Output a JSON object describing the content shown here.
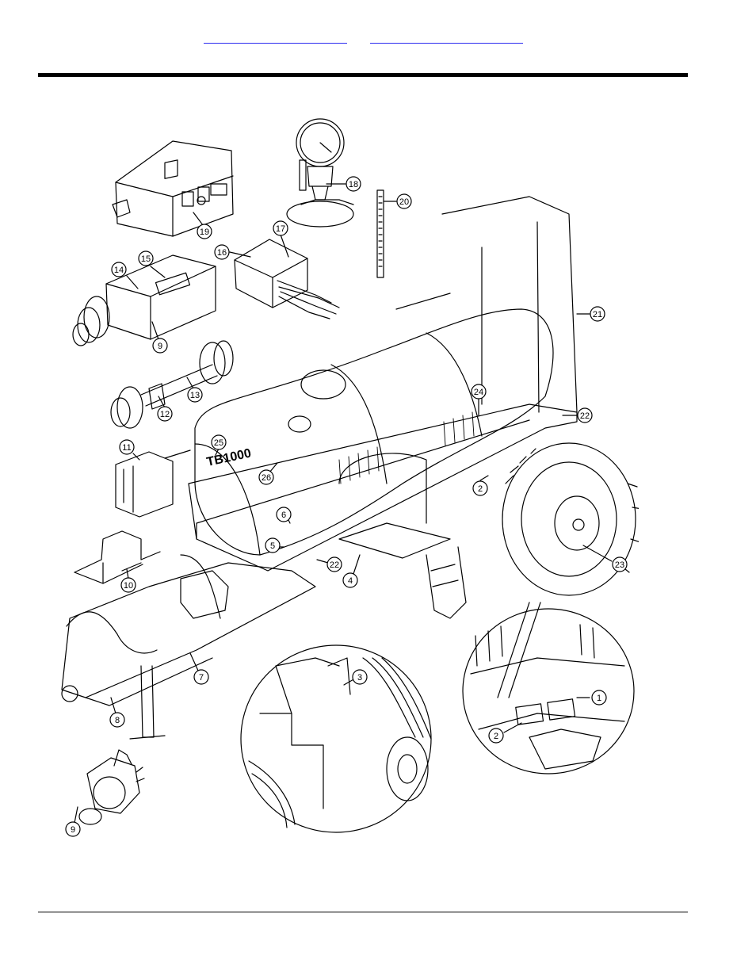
{
  "nav": {
    "link_left": "",
    "link_right": ""
  },
  "figure": {
    "tank_model_text": "TB1000",
    "callouts": [
      {
        "id": "c1",
        "label": "1"
      },
      {
        "id": "c2a",
        "label": "2"
      },
      {
        "id": "c2b",
        "label": "2"
      },
      {
        "id": "c3",
        "label": "3"
      },
      {
        "id": "c4",
        "label": "4"
      },
      {
        "id": "c5",
        "label": "5"
      },
      {
        "id": "c6",
        "label": "6"
      },
      {
        "id": "c7",
        "label": "7"
      },
      {
        "id": "c8",
        "label": "8"
      },
      {
        "id": "c9a",
        "label": "9"
      },
      {
        "id": "c9b",
        "label": "9"
      },
      {
        "id": "c10",
        "label": "10"
      },
      {
        "id": "c11",
        "label": "11"
      },
      {
        "id": "c12",
        "label": "12"
      },
      {
        "id": "c13",
        "label": "13"
      },
      {
        "id": "c14",
        "label": "14"
      },
      {
        "id": "c15",
        "label": "15"
      },
      {
        "id": "c16",
        "label": "16"
      },
      {
        "id": "c17",
        "label": "17"
      },
      {
        "id": "c18",
        "label": "18"
      },
      {
        "id": "c19",
        "label": "19"
      },
      {
        "id": "c20",
        "label": "20"
      },
      {
        "id": "c21",
        "label": "21"
      },
      {
        "id": "c22a",
        "label": "22"
      },
      {
        "id": "c22b",
        "label": "22"
      },
      {
        "id": "c23",
        "label": "23"
      },
      {
        "id": "c24",
        "label": "24"
      },
      {
        "id": "c25",
        "label": "25"
      },
      {
        "id": "c26",
        "label": "26"
      }
    ]
  },
  "colors": {
    "link": "#2a2af0",
    "line": "#000000",
    "background": "#ffffff"
  }
}
